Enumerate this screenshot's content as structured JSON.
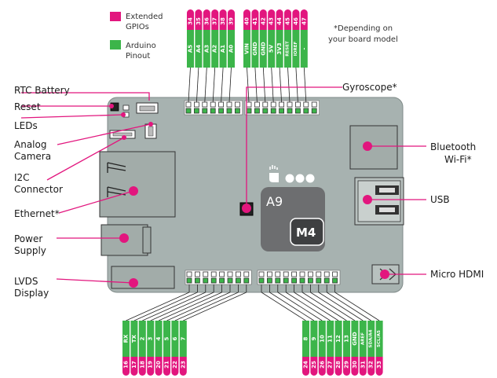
{
  "colors": {
    "gpio": "#e2167e",
    "arduino": "#3cb54a",
    "board": "#a7b2b0",
    "board_edge": "#7f8a88"
  },
  "legend": {
    "gpio_label_line1": "Extended",
    "gpio_label_line2": "GPIOs",
    "arduino_label_line1": "Arduino",
    "arduino_label_line2": "Pinout"
  },
  "note": {
    "line1": "*Depending on",
    "line2": "your board model"
  },
  "labels": {
    "rtc": "RTC Battery",
    "reset": "Reset",
    "leds": "LEDs",
    "analog_camera_1": "Analog",
    "analog_camera_2": "Camera",
    "i2c_1": "I2C",
    "i2c_2": "Connector",
    "ethernet": "Ethernet*",
    "power_1": "Power",
    "power_2": "Supply",
    "lvds_1": "LVDS",
    "lvds_2": "Display",
    "gyroscope": "Gyroscope*",
    "bluetooth_1": "Bluetooth",
    "bluetooth_2": "Wi-Fi*",
    "usb": "USB",
    "micro_hdmi": "Micro HDMI"
  },
  "chip": {
    "a9": "A9",
    "m4": "M4"
  },
  "top_left_pins": [
    {
      "gpio": "34",
      "arduino": "A5"
    },
    {
      "gpio": "35",
      "arduino": "A4"
    },
    {
      "gpio": "36",
      "arduino": "A3"
    },
    {
      "gpio": "37",
      "arduino": "A2"
    },
    {
      "gpio": "38",
      "arduino": "A1"
    },
    {
      "gpio": "39",
      "arduino": "A0"
    }
  ],
  "top_right_pins": [
    {
      "gpio": "40",
      "arduino": "VIN"
    },
    {
      "gpio": "41",
      "arduino": "GND"
    },
    {
      "gpio": "42",
      "arduino": "GND"
    },
    {
      "gpio": "43",
      "arduino": "5V"
    },
    {
      "gpio": "44",
      "arduino": "3V3"
    },
    {
      "gpio": "45",
      "arduino": "RESET"
    },
    {
      "gpio": "46",
      "arduino": "IOREF"
    },
    {
      "gpio": "47",
      "arduino": "-"
    }
  ],
  "bottom_left_pins": [
    {
      "arduino": "RX",
      "gpio": "16"
    },
    {
      "arduino": "TX",
      "gpio": "17"
    },
    {
      "arduino": "2",
      "gpio": "18"
    },
    {
      "arduino": "3",
      "gpio": "19"
    },
    {
      "arduino": "4",
      "gpio": "20"
    },
    {
      "arduino": "5",
      "gpio": "21"
    },
    {
      "arduino": "6",
      "gpio": "22"
    },
    {
      "arduino": "7",
      "gpio": "23"
    }
  ],
  "bottom_right_pins": [
    {
      "arduino": "8",
      "gpio": "24"
    },
    {
      "arduino": "9",
      "gpio": "25"
    },
    {
      "arduino": "10",
      "gpio": "26"
    },
    {
      "arduino": "11",
      "gpio": "27"
    },
    {
      "arduino": "12",
      "gpio": "28"
    },
    {
      "arduino": "13",
      "gpio": "29"
    },
    {
      "arduino": "GND",
      "gpio": "30"
    },
    {
      "arduino": "AREF",
      "gpio": "31"
    },
    {
      "arduino": "SDA/A4",
      "gpio": "32"
    },
    {
      "arduino": "SCL/A5",
      "gpio": "33"
    }
  ]
}
